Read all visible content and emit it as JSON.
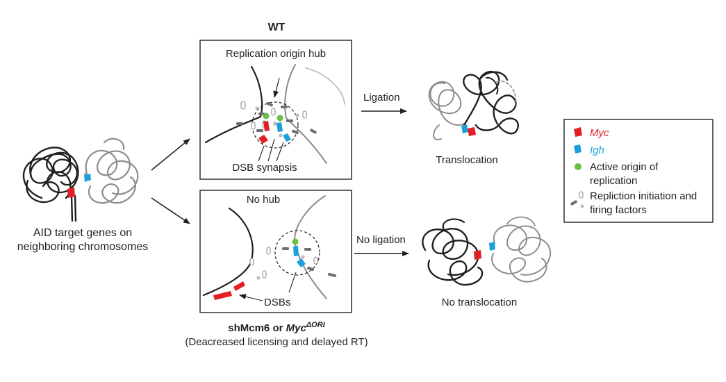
{
  "left": {
    "caption_line1": "AID target genes on",
    "caption_line2": "neighboring chromosomes"
  },
  "wt_panel": {
    "heading": "WT",
    "hub_label": "Replication origin hub",
    "synapsis_label": "DSB synapsis"
  },
  "mut_panel": {
    "hub_label": "No hub",
    "dsb_label": "DSBs",
    "heading_prefix": "shMcm6 or ",
    "heading_gene": "Myc",
    "heading_superscript": "ΔORI",
    "subheading": "(Deacreased licensing and delayed RT)"
  },
  "arrows": {
    "ligation": "Ligation",
    "no_ligation": "No ligation"
  },
  "outcomes": {
    "translocation": "Translocation",
    "no_translocation": "No translocation"
  },
  "legend": {
    "myc": "Myc",
    "igh": "Igh",
    "origin_line1": "Active origin of",
    "origin_line2": "replication",
    "factors_line1": "Repliction initiation and",
    "factors_line2": "firing factors"
  },
  "colors": {
    "myc": "#e31e24",
    "igh": "#1aa0dc",
    "origin": "#6abd45",
    "dark_chromosome": "#231f20",
    "light_chromosome": "#8c8c8c",
    "factor_dark": "#6d6e71",
    "factor_light": "#bcbec0"
  }
}
